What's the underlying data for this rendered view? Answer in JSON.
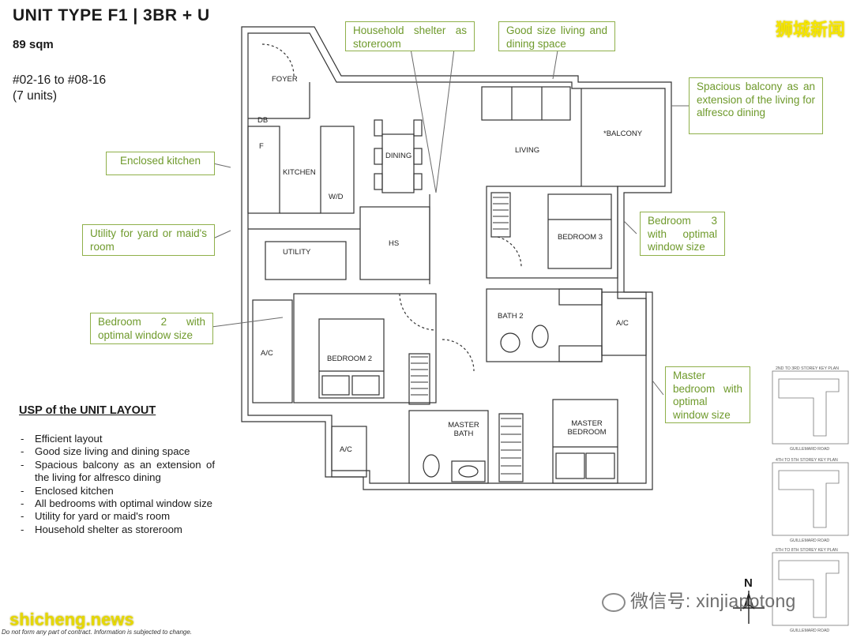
{
  "header": {
    "title": "UNIT TYPE F1  |  3BR + U",
    "size": "89 sqm",
    "unit_range": "#02-16 to #08-16",
    "unit_count": "(7 units)"
  },
  "callouts": {
    "household_shelter": "Household shelter as storeroom",
    "living_dining": "Good size living and dining space",
    "balcony": "Spacious balcony as an extension of the living for alfresco dining",
    "kitchen": "Enclosed kitchen",
    "utility": "Utility for yard or maid's room",
    "bedroom3": "Bedroom 3 with optimal window size",
    "bedroom2": "Bedroom 2 with optimal window size",
    "master": "Master bedroom with optimal window size"
  },
  "usp": {
    "title": "USP of the UNIT LAYOUT",
    "items": [
      "Efficient layout",
      "Good size living and dining space",
      "Spacious balcony as an extension of the living for alfresco dining",
      "Enclosed kitchen",
      "All bedrooms with optimal window size",
      "Utility for yard or maid's room",
      "Household shelter as storeroom"
    ]
  },
  "rooms": {
    "foyer": "FOYER",
    "db": "DB",
    "fridge": "F",
    "kitchen": "KITCHEN",
    "wd": "W/D",
    "dining": "DINING",
    "living": "LIVING",
    "balcony": "*BALCONY",
    "hs": "HS",
    "utility": "UTILITY",
    "bedroom3": "BEDROOM 3",
    "bath2": "BATH 2",
    "ac1": "A/C",
    "ac2": "A/C",
    "ac3": "A/C",
    "bedroom2": "BEDROOM 2",
    "master_bath": "MASTER BATH",
    "master_bedroom": "MASTER BEDROOM"
  },
  "key_plans": [
    {
      "label": "2ND TO 3RD STOREY KEY PLAN",
      "road": "GUILLEMARD ROAD"
    },
    {
      "label": "4TH TO 5TH STOREY KEY PLAN",
      "road": "GUILLEMARD ROAD"
    },
    {
      "label": "6TH TO 8TH STOREY KEY PLAN",
      "road": "GUILLEMARD ROAD"
    }
  ],
  "compass": "N",
  "watermarks": {
    "top_right": "狮城新闻",
    "bottom_left": "shicheng.news",
    "wechat": "微信号: xinjiapotong"
  },
  "disclaimer": "Do not form any part of contract. Information is subjected to change.",
  "colors": {
    "callout_border": "#8fb04a",
    "callout_text": "#6f9a2c",
    "watermark": "#f5e500"
  }
}
